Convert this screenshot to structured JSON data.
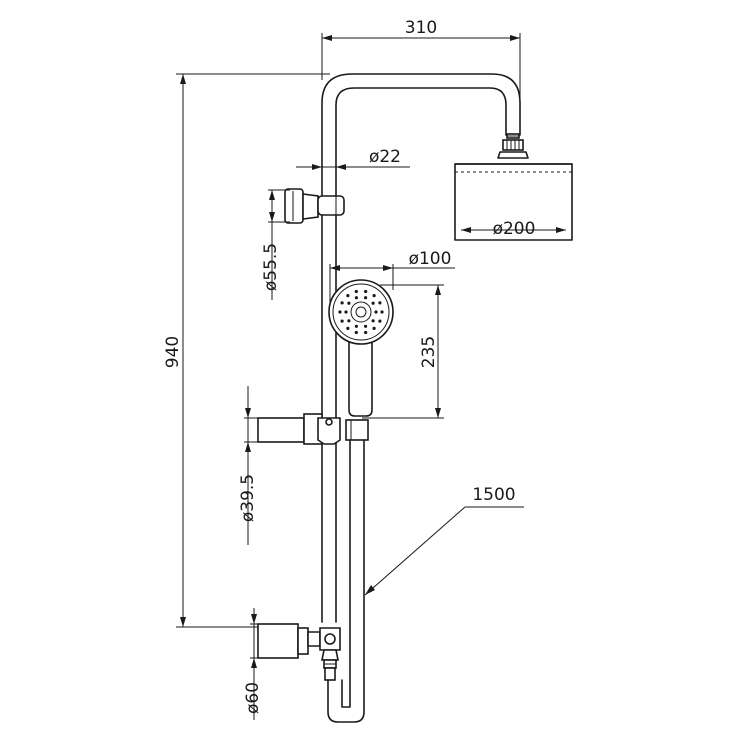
{
  "dimensions": {
    "overall_width": "310",
    "total_height": "940",
    "pipe_diameter": "ø22",
    "head_diameter": "ø200",
    "holder_diameter": "ø55.5",
    "handheld_diameter": "ø100",
    "handheld_length": "235",
    "slider_diameter": "ø39.5",
    "hose_length": "1500",
    "inlet_diameter": "ø60"
  },
  "colors": {
    "line": "#1a1a1a",
    "background": "#ffffff"
  }
}
